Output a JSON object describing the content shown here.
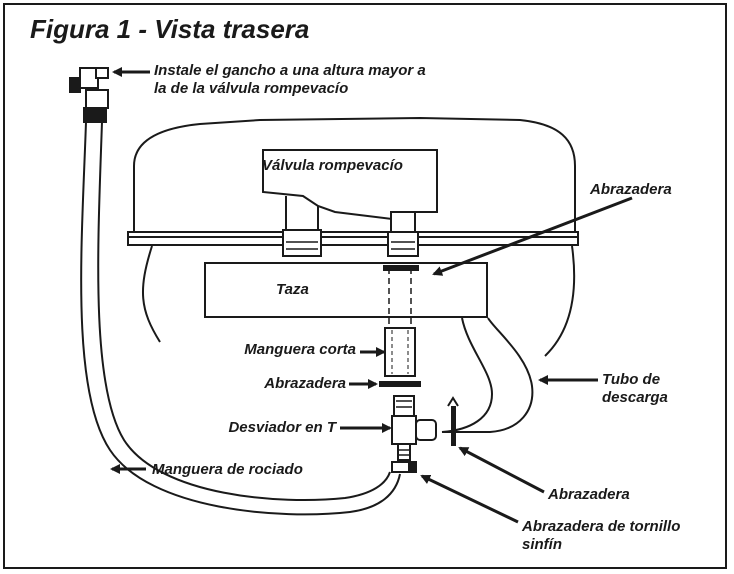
{
  "figure": {
    "title": "Figura 1 - Vista trasera"
  },
  "labels": {
    "hook": "Instale el gancho a una altura mayor a\nla de la válvula rompevacío",
    "vacuum_breaker": "Válvula rompevacío",
    "clamp_top": "Abrazadera",
    "bowl": "Taza",
    "short_hose": "Manguera corta",
    "clamp_middle": "Abrazadera",
    "discharge_tube": "Tubo de\ndescarga",
    "t_diverter": "Desviador en T",
    "spray_hose": "Manguera de rociado",
    "clamp_bottom": "Abrazadera",
    "worm_clamp": "Abrazadera de tornillo\nsinfín"
  },
  "colors": {
    "ink": "#1a1a1a",
    "background": "#ffffff"
  }
}
